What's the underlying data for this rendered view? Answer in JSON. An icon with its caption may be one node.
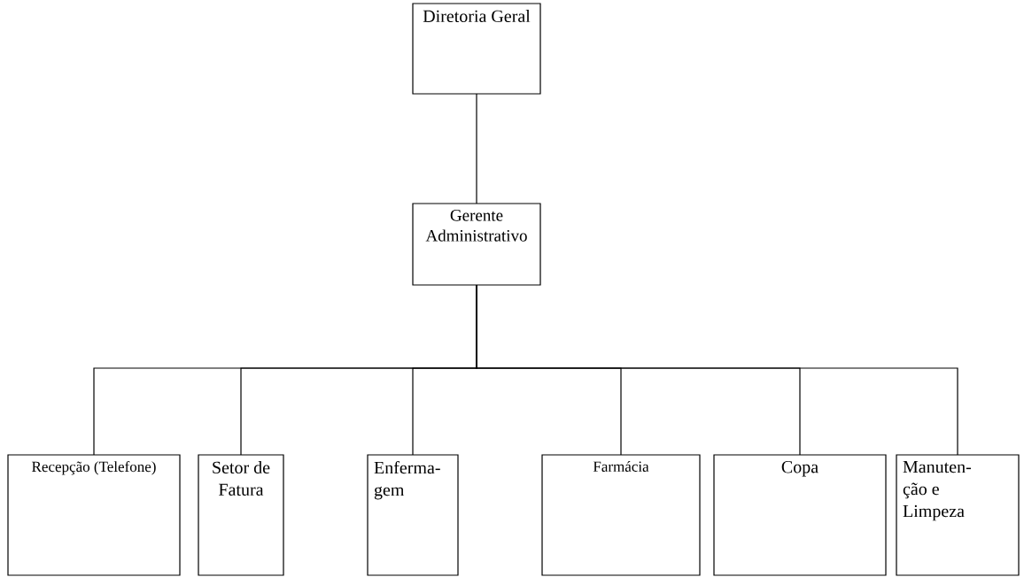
{
  "diagram": {
    "nodes": [
      {
        "text": [
          "Diretoria Geral"
        ]
      },
      {
        "text": [
          "Gerente Administrativo"
        ]
      },
      {
        "text": [
          "Recepção (Telefone)"
        ]
      },
      {
        "text": [
          "Setor de Fatura"
        ]
      },
      {
        "text": [
          "Enferma- gem"
        ]
      },
      {
        "text": [
          "Farmácia"
        ]
      },
      {
        "text": [
          "Copa"
        ]
      },
      {
        "text": [
          "Manuten- ção e Limpeza"
        ]
      }
    ],
    "edges": [
      {
        "from": 0,
        "to": 1,
        "arrow": "none"
      },
      {
        "from": 1,
        "to": 2,
        "arrow": "none"
      },
      {
        "from": 1,
        "to": 3,
        "arrow": "none"
      },
      {
        "from": 1,
        "to": 4,
        "arrow": "none"
      },
      {
        "from": 1,
        "to": 5,
        "arrow": "none"
      },
      {
        "from": 1,
        "to": 6,
        "arrow": "none"
      },
      {
        "from": 1,
        "to": 7,
        "arrow": "none"
      }
    ]
  }
}
